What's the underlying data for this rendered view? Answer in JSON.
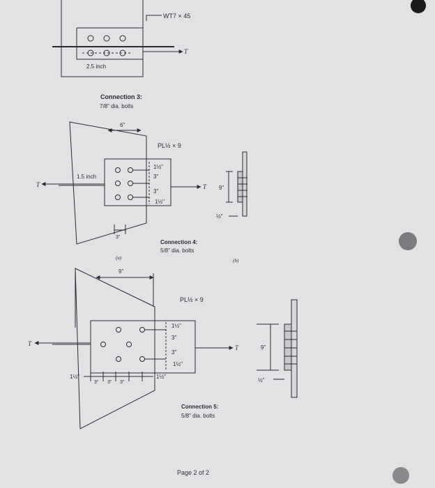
{
  "top": {
    "section_label": "WT7 × 45",
    "tension_label": "T",
    "width_label": "2.5 inch"
  },
  "connection3": {
    "title": "Connection 3:",
    "subtitle": "7/8\" dia. bolts"
  },
  "connection4": {
    "dim_top": "6\"",
    "plate_label": "PL½ × 9",
    "edge_top": "1½\"",
    "spacing_1": "3\"",
    "spacing_2": "3\"",
    "edge_bottom": "1½\"",
    "left_dim": "1.5 inch",
    "tension_left": "T",
    "tension_right": "T",
    "bottom_dim": "3\"",
    "part_a": "(a)",
    "title": "Connection 4:",
    "subtitle": "5/8\" dia. bolts",
    "part_b": "(b)",
    "side_height": "9\"",
    "side_thk": "½\""
  },
  "connection5": {
    "dim_top": "9\"",
    "plate_label": "PL½ × 9",
    "edge_top": "1½\"",
    "spacing_1": "3\"",
    "spacing_2": "3\"",
    "edge_bottom": "1½\"",
    "tension_left": "T",
    "tension_right": "T",
    "bottom_left": "1½\"",
    "bottom_s1": "3\"",
    "bottom_s2": "3\"",
    "bottom_s3": "3\"",
    "bottom_right": "1½\"",
    "side_height": "9\"",
    "side_thk": "½\"",
    "title": "Connection 5:",
    "subtitle": "5/8\" dia. bolts"
  },
  "footer": {
    "page_label": "Page 2 of 2"
  }
}
